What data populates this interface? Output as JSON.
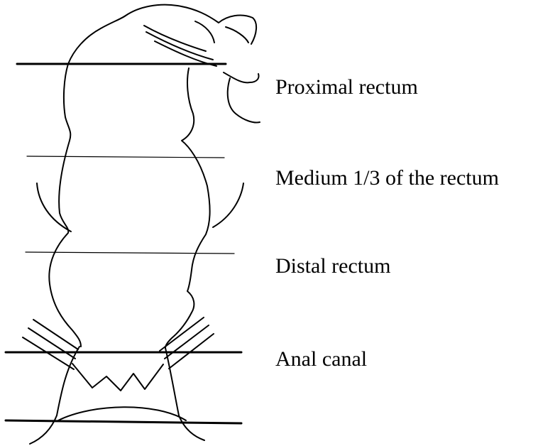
{
  "labels": {
    "proximal": "Proximal rectum",
    "medium": "Medium 1/3 of the rectum",
    "distal": "Distal rectum",
    "anal": "Anal canal"
  },
  "colors": {
    "stroke": "#000000",
    "background": "#ffffff"
  }
}
